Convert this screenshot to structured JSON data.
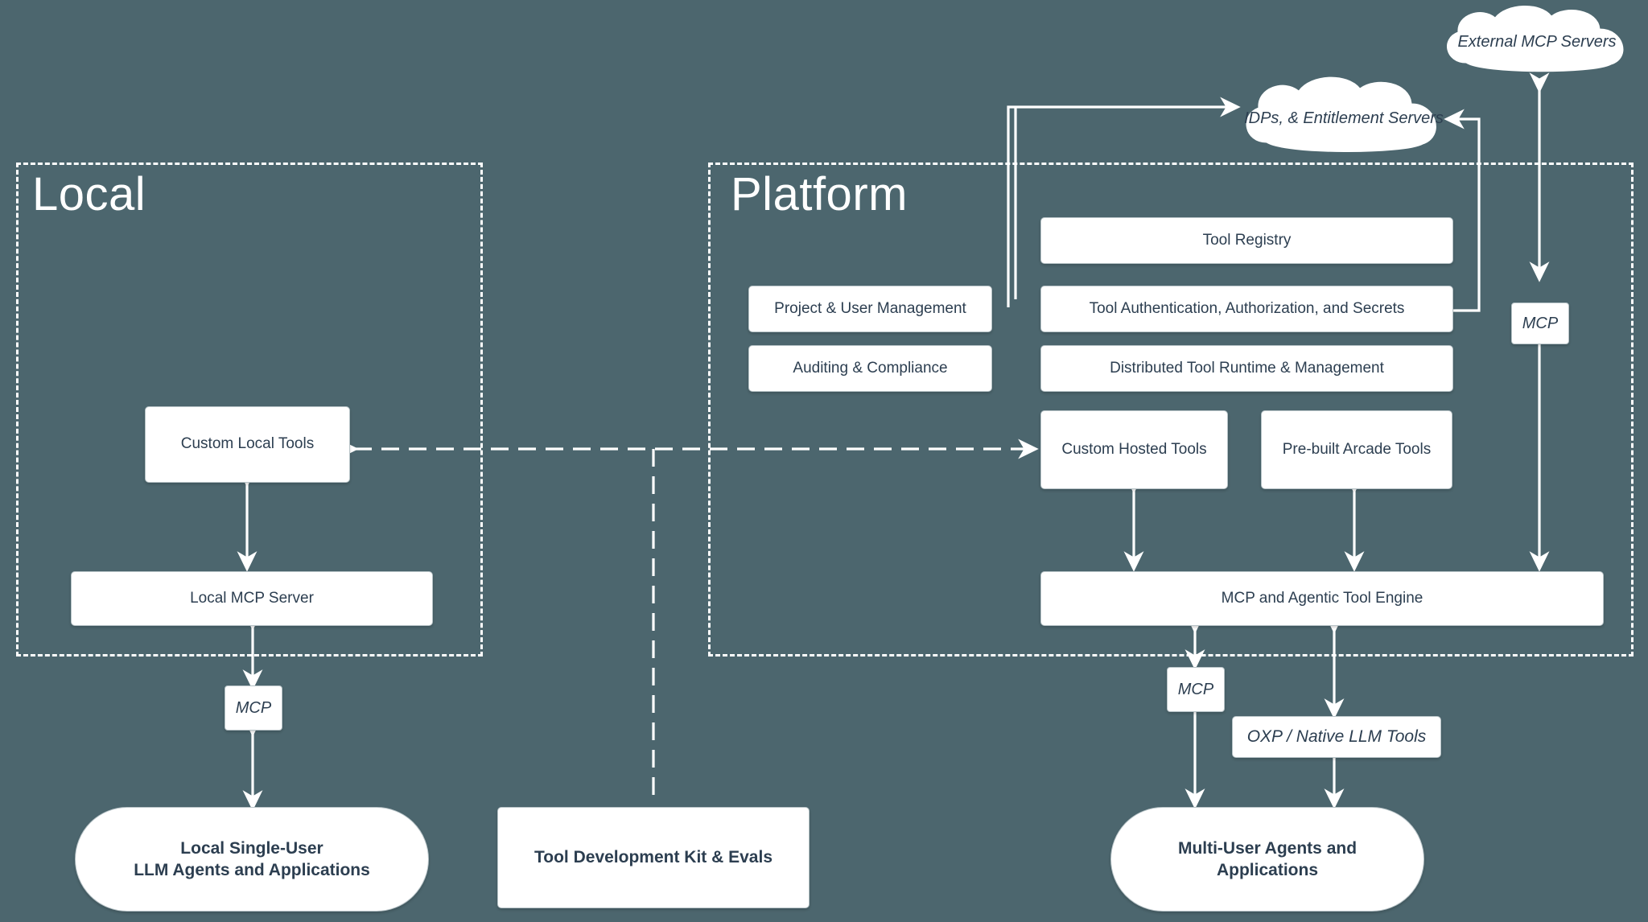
{
  "theme": {
    "background": "#4c666e",
    "box_fill": "#ffffff",
    "box_text": "#2c3e50",
    "stroke": "#ffffff"
  },
  "zones": [
    {
      "name": "local",
      "title": "Local"
    },
    {
      "name": "platform",
      "title": "Platform"
    }
  ],
  "clouds": [
    {
      "name": "external-mcp-servers",
      "label": "External MCP Servers"
    },
    {
      "name": "idps-entitlement-servers",
      "label": "IDPs, & Entitlement Servers"
    }
  ],
  "local": {
    "custom_local_tools": "Custom Local Tools",
    "local_mcp_server": "Local MCP Server",
    "mcp_tag": "MCP",
    "agents": "Local Single-User\nLLM Agents and Applications",
    "agents_line1": "Local Single-User",
    "agents_line2": "LLM Agents and Applications"
  },
  "middle": {
    "tdk": "Tool Development Kit & Evals"
  },
  "platform": {
    "left_column": [
      {
        "name": "project-user-management",
        "label": "Project & User Management"
      },
      {
        "name": "auditing-compliance",
        "label": "Auditing & Compliance"
      }
    ],
    "right_column": [
      {
        "name": "tool-registry",
        "label": "Tool Registry"
      },
      {
        "name": "tool-auth",
        "label": "Tool Authentication, Authorization, and Secrets"
      },
      {
        "name": "distributed-runtime",
        "label": "Distributed Tool Runtime & Management"
      }
    ],
    "tool_row": [
      {
        "name": "custom-hosted-tools",
        "label": "Custom Hosted Tools"
      },
      {
        "name": "prebuilt-arcade-tools",
        "label": "Pre-built Arcade Tools"
      }
    ],
    "engine": "MCP and Agentic Tool Engine",
    "mcp_tag_right": "MCP",
    "mcp_tag_bottom": "MCP",
    "oxp_tag": "OXP / Native LLM Tools",
    "agents_line1": "Multi-User Agents and",
    "agents_line2": "Applications"
  }
}
